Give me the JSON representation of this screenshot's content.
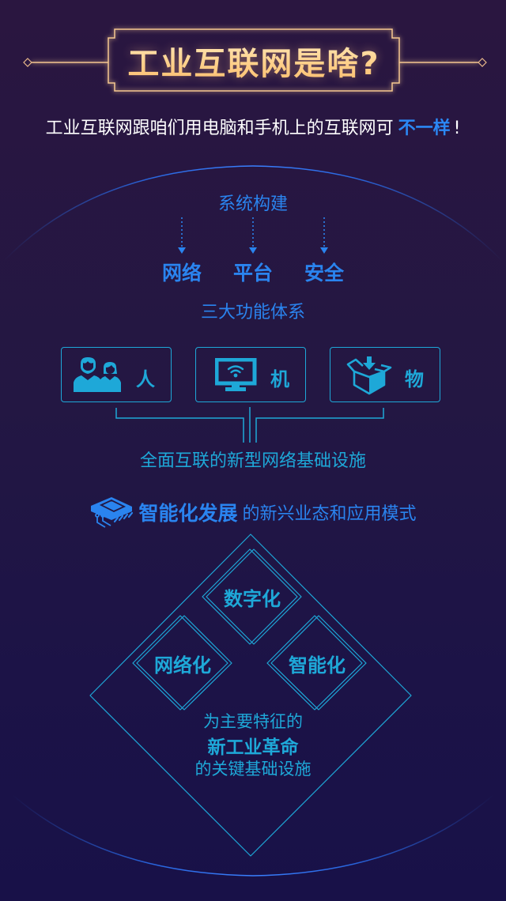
{
  "header": {
    "title": "工业互联网是啥?",
    "subtitle_main": "工业互联网跟咱们用电脑和手机上的互联网可",
    "subtitle_highlight": "不一样",
    "subtitle_end": "!"
  },
  "system": {
    "heading": "系统构建",
    "pillars": [
      "网络",
      "平台",
      "安全"
    ],
    "caption": "三大功能体系"
  },
  "connections": {
    "boxes": [
      {
        "icon": "people-icon",
        "label": "人"
      },
      {
        "icon": "monitor-wifi-icon",
        "label": "机"
      },
      {
        "icon": "box-icon",
        "label": "物"
      }
    ],
    "caption": "全面互联的新型网络基础设施"
  },
  "development": {
    "icon": "chip-icon",
    "strong": "智能化发展",
    "rest": "的新兴业态和应用模式"
  },
  "features": {
    "items": [
      "数字化",
      "网络化",
      "智能化"
    ],
    "line1": "为主要特征的",
    "line2": "新工业革命",
    "line3": "的关键基础设施"
  },
  "colors": {
    "title_gold": "#ffd08a",
    "primary_blue": "#2a84ef",
    "cyan": "#1ea8d8",
    "background_top": "#2a1640",
    "background_bottom": "#181148"
  }
}
